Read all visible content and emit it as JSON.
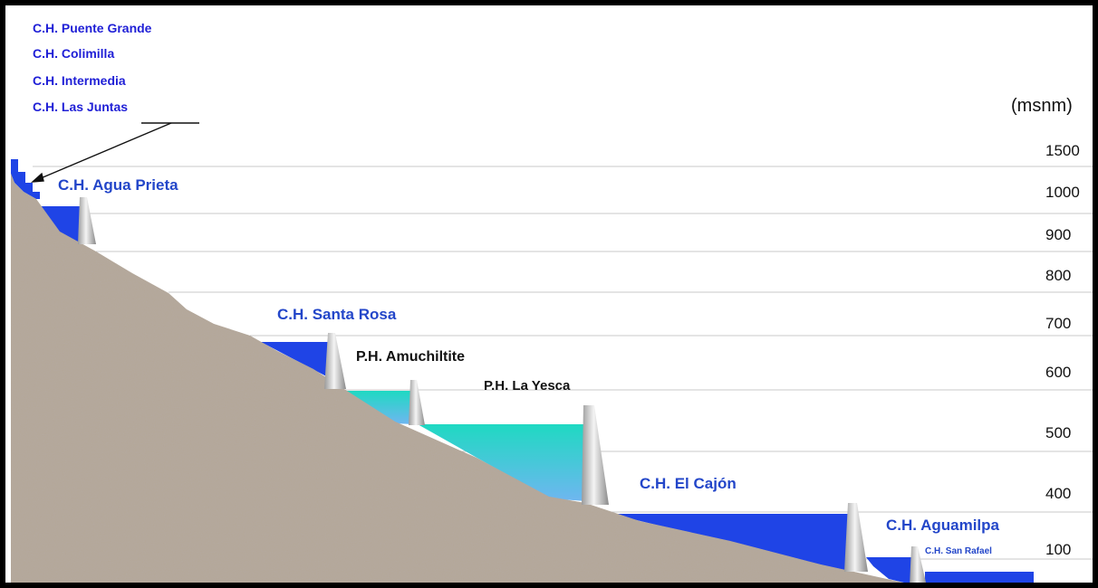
{
  "upper_stations": [
    "C.H. Puente Grande",
    "C.H. Colimilla",
    "C.H. Intermedia",
    "C.H. Las Juntas"
  ],
  "plants": {
    "agua_prieta": "C.H. Agua Prieta",
    "santa_rosa": "C.H. Santa Rosa",
    "amuchiltite": "P.H. Amuchiltite",
    "la_yesca": "P.H. La Yesca",
    "el_cajon": "C.H. El Cajón",
    "aguamilpa": "C.H. Aguamilpa",
    "san_rafael": "C.H. San Rafael"
  },
  "axis": {
    "unit": "(msnm)",
    "ticks": [
      "1500",
      "1000",
      "900",
      "800",
      "700",
      "600",
      "500",
      "400",
      "100"
    ]
  },
  "colors": {
    "reservoir_blue": "#1f44e6",
    "reservoir_cyan": "#25d3c4",
    "terrain": "#b6a897"
  }
}
